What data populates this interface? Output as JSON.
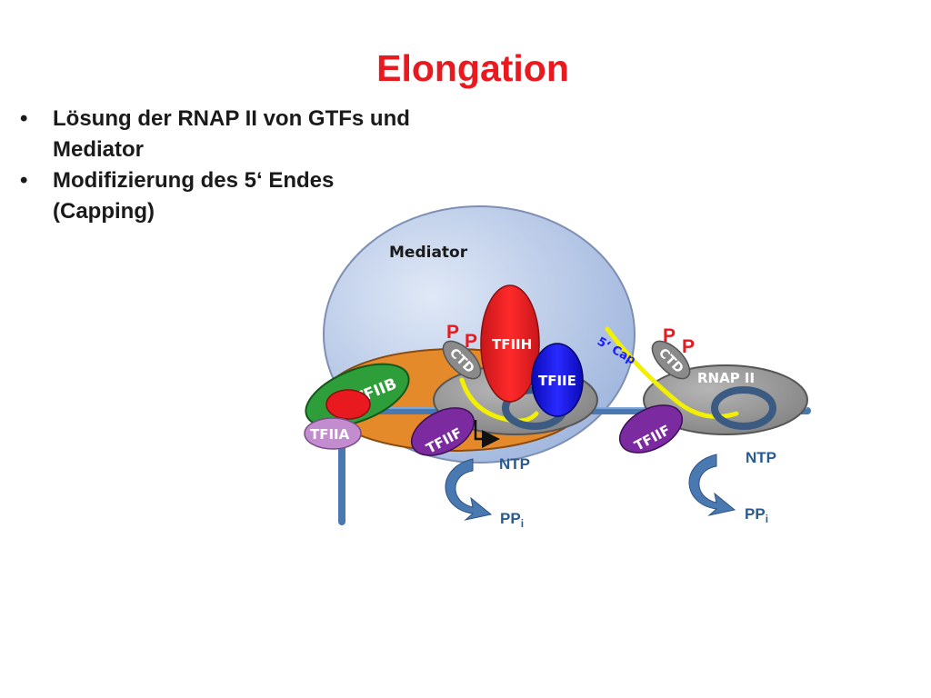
{
  "title": "Elongation",
  "bullets": [
    "Lösung der RNAP II von GTFs und Mediator",
    "Modifizierung des 5‘ Endes (Capping)"
  ],
  "bullet_symbol": "•",
  "diagram": {
    "mediator": "Mediator",
    "tfiih": "TFIIH",
    "tfiie": "TFIIE",
    "tfiib": "TFIIB",
    "tfiia": "TFIIA",
    "tfiif_left": "TFIIF",
    "tfiif_right": "TFIIF",
    "ctd_left": "CTD",
    "ctd_right": "CTD",
    "p": "P",
    "cap": "5‘ Cap",
    "rnap": "RNAP II",
    "ntp": "NTP",
    "pp": "PP",
    "pp_sub": "i"
  },
  "colors": {
    "title": "#e8191f",
    "mediator": "#b8c9e6",
    "tfiih": "#e8191f",
    "tfiie": "#1010e0",
    "tfiib": "#2e9e3a",
    "tfiia": "#c38ccf",
    "tfiif": "#7b2aa0",
    "polymerase": "#9a9a9a",
    "orange_complex": "#e58a2a",
    "dna": "#4a78b0",
    "rna": "#f2f000",
    "text_blue": "#2a5a8e"
  }
}
